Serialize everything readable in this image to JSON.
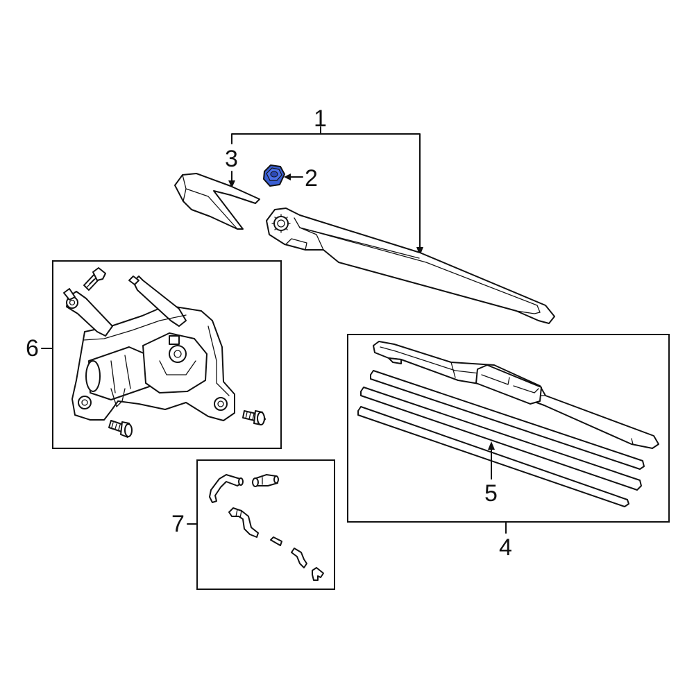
{
  "callouts": {
    "c1": "1",
    "c2": "2",
    "c3": "3",
    "c4": "4",
    "c5": "5",
    "c6": "6",
    "c7": "7"
  },
  "highlight_color": "#3a5fd4",
  "parts": [
    {
      "callout": "1",
      "icon": "wiper-arm-icon"
    },
    {
      "callout": "2",
      "icon": "hex-nut-icon",
      "highlighted": true
    },
    {
      "callout": "3",
      "icon": "arm-cap-icon"
    },
    {
      "callout": "4",
      "icon": "wiper-blade-icon"
    },
    {
      "callout": "5",
      "icon": "blade-insert-icon"
    },
    {
      "callout": "6",
      "icon": "wiper-motor-icon"
    },
    {
      "callout": "7",
      "icon": "washer-hose-icon"
    }
  ]
}
